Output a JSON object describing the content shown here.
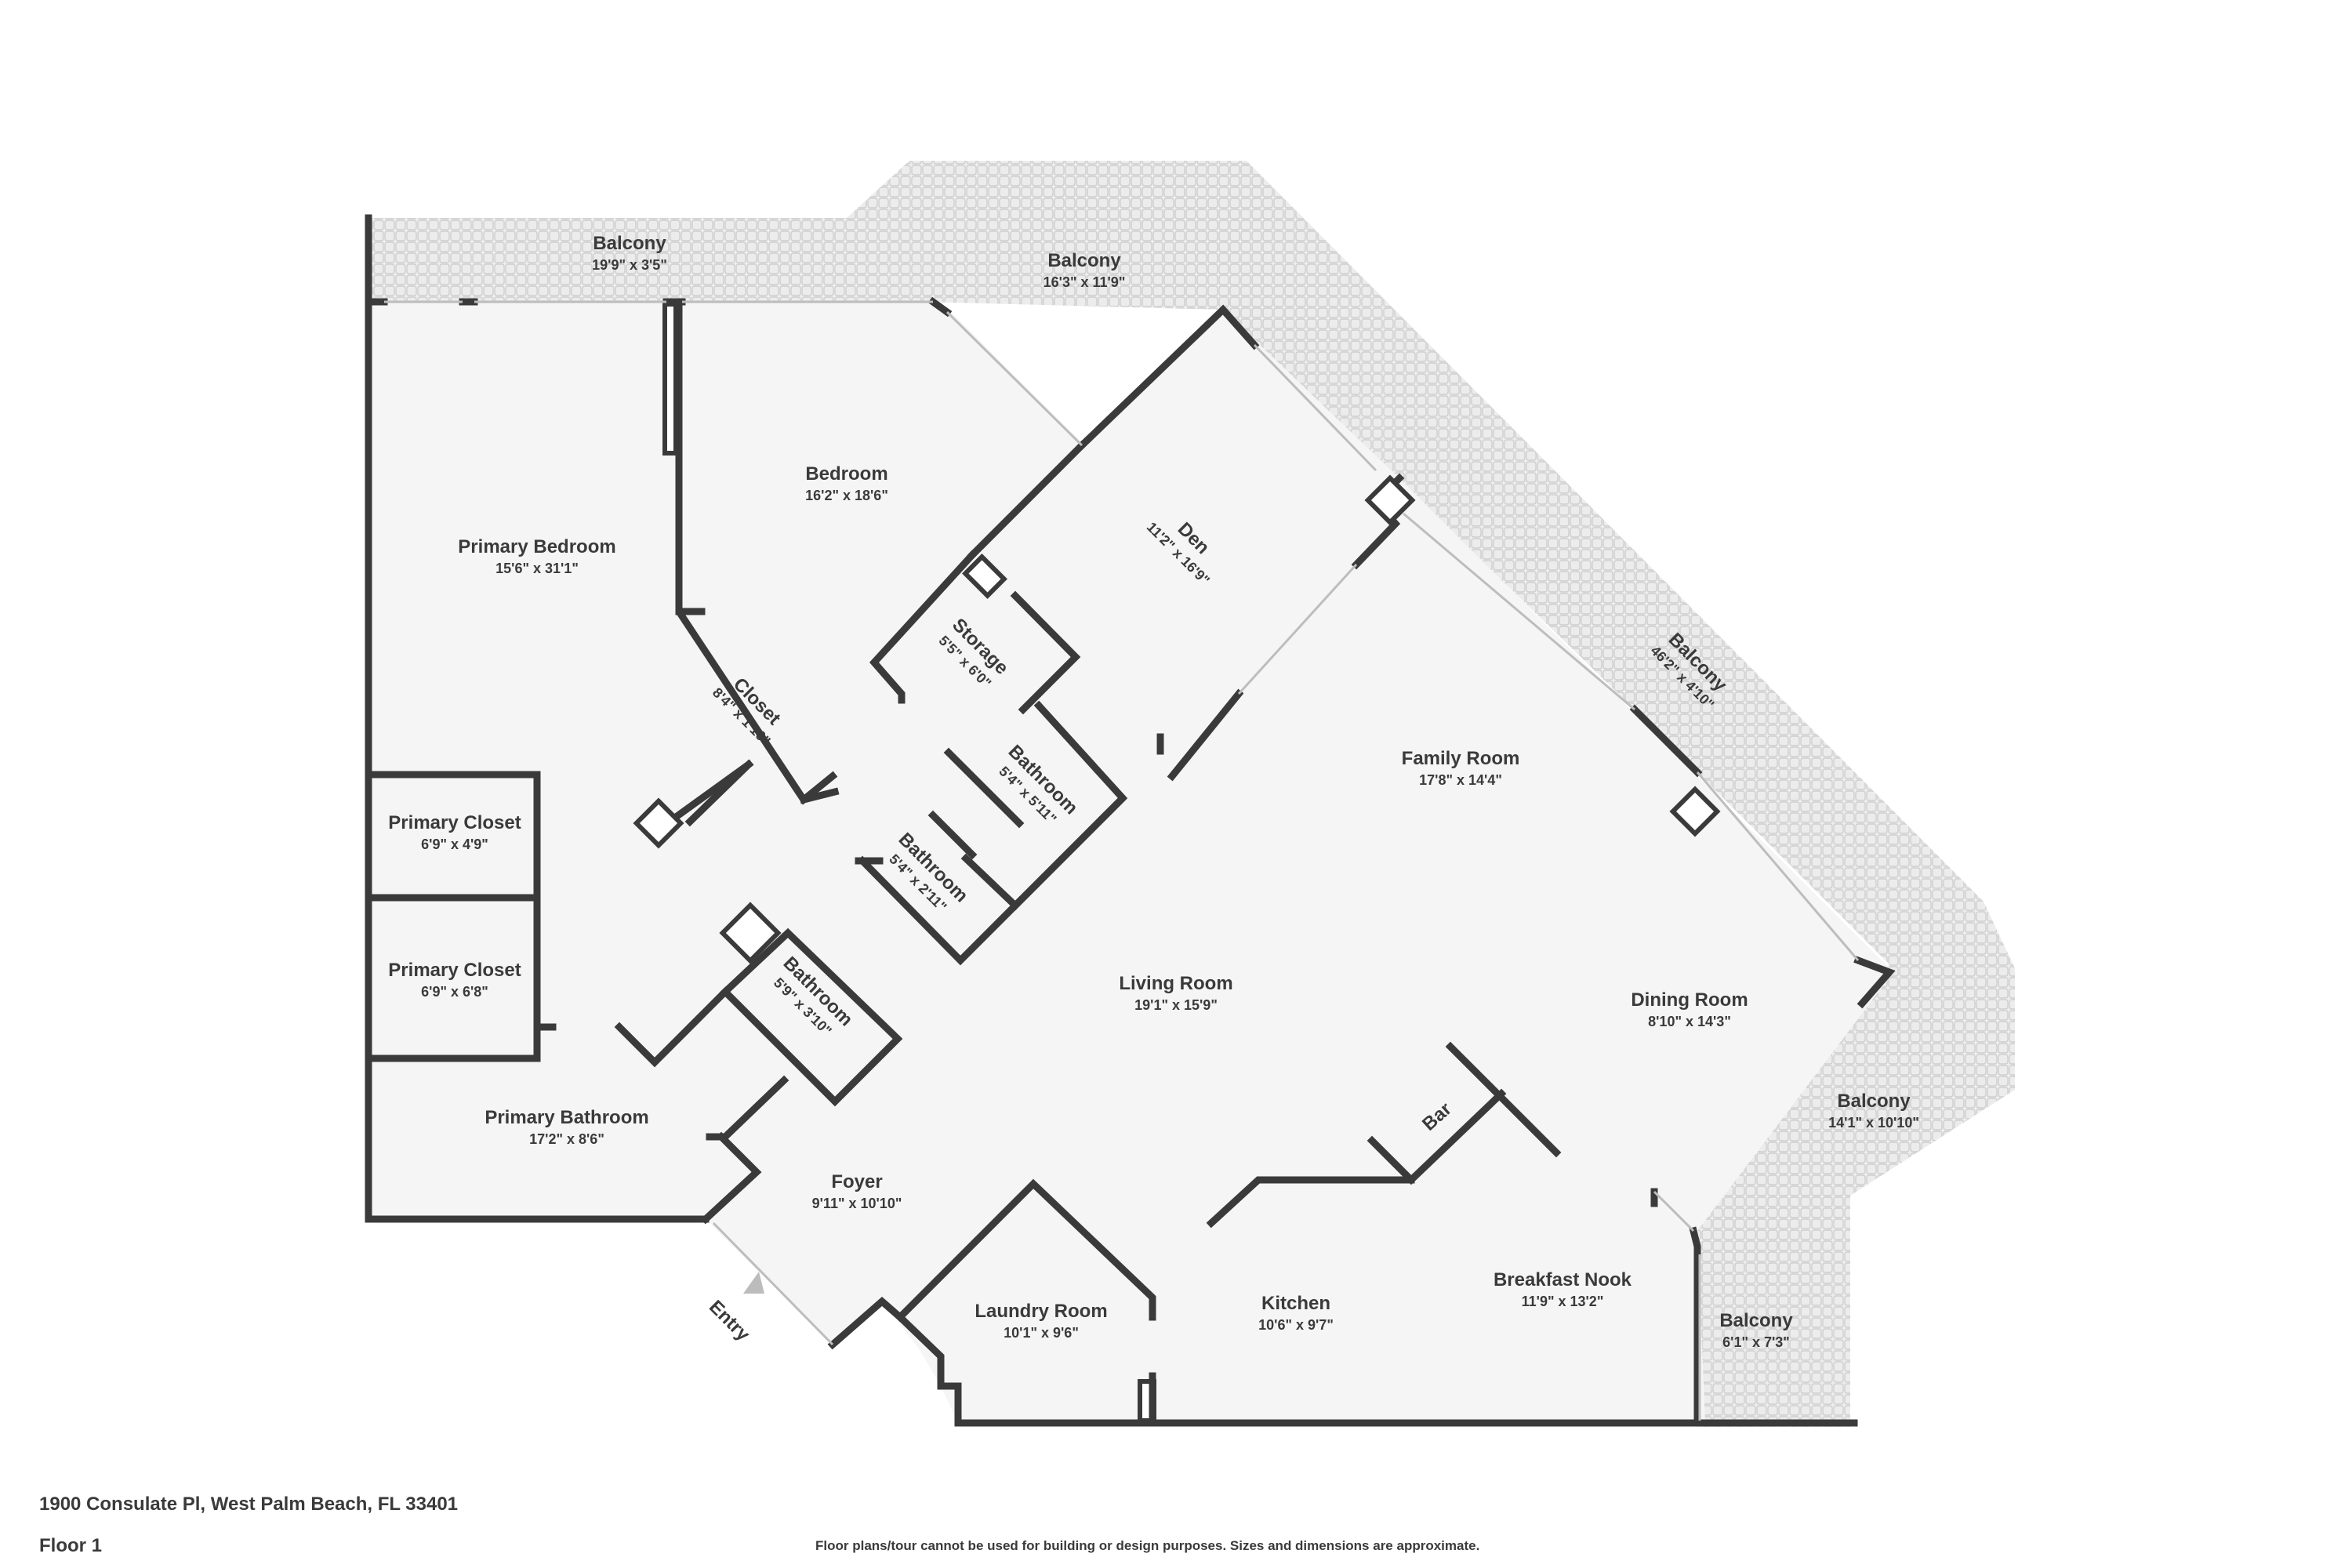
{
  "rooms": [
    {
      "key": "balcony_top_left",
      "name": "Balcony",
      "dims": "19'9\" x 3'5\""
    },
    {
      "key": "balcony_top",
      "name": "Balcony",
      "dims": "16'3\" x 11'9\""
    },
    {
      "key": "balcony_right",
      "name": "Balcony",
      "dims": "46'2\" x 4'10\""
    },
    {
      "key": "balcony_lower_right",
      "name": "Balcony",
      "dims": "14'1\" x 10'10\""
    },
    {
      "key": "balcony_bottom_right",
      "name": "Balcony",
      "dims": "6'1\" x 7'3\""
    },
    {
      "key": "primary_bedroom",
      "name": "Primary Bedroom",
      "dims": "15'6\" x 31'1\""
    },
    {
      "key": "bedroom",
      "name": "Bedroom",
      "dims": "16'2\" x 18'6\""
    },
    {
      "key": "den",
      "name": "Den",
      "dims": "11'2\" x 16'9\""
    },
    {
      "key": "storage",
      "name": "Storage",
      "dims": "5'5\" x 6'0\""
    },
    {
      "key": "closet",
      "name": "Closet",
      "dims": "8'4\" x 1'10\""
    },
    {
      "key": "bathroom_1",
      "name": "Bathroom",
      "dims": "5'4\" x 5'11\""
    },
    {
      "key": "bathroom_2",
      "name": "Bathroom",
      "dims": "5'4\" x 2'11\""
    },
    {
      "key": "bathroom_3",
      "name": "Bathroom",
      "dims": "5'9\" x 3'10\""
    },
    {
      "key": "primary_closet_1",
      "name": "Primary Closet",
      "dims": "6'9\" x 4'9\""
    },
    {
      "key": "primary_closet_2",
      "name": "Primary Closet",
      "dims": "6'9\" x 6'8\""
    },
    {
      "key": "primary_bathroom",
      "name": "Primary Bathroom",
      "dims": "17'2\" x 8'6\""
    },
    {
      "key": "family_room",
      "name": "Family Room",
      "dims": "17'8\" x 14'4\""
    },
    {
      "key": "living_room",
      "name": "Living Room",
      "dims": "19'1\" x 15'9\""
    },
    {
      "key": "dining_room",
      "name": "Dining Room",
      "dims": "8'10\" x 14'3\""
    },
    {
      "key": "foyer",
      "name": "Foyer",
      "dims": "9'11\" x 10'10\""
    },
    {
      "key": "laundry_room",
      "name": "Laundry Room",
      "dims": "10'1\" x 9'6\""
    },
    {
      "key": "kitchen",
      "name": "Kitchen",
      "dims": "10'6\" x 9'7\""
    },
    {
      "key": "breakfast_nook",
      "name": "Breakfast Nook",
      "dims": "11'9\" x 13'2\""
    }
  ],
  "bar_label": "Bar",
  "entry_label": "Entry",
  "address": "1900 Consulate Pl, West Palm Beach, FL 33401",
  "floor": "Floor 1",
  "disclaimer": "Floor plans/tour cannot be used for building or design purposes. Sizes and dimensions are approximate.",
  "colors": {
    "wall": "#3a3a3a",
    "floor": "#f4f4f4",
    "balcony": "#e9e9e9",
    "text": "#3a3a3a",
    "entry_arrow": "#bcbcbc"
  }
}
